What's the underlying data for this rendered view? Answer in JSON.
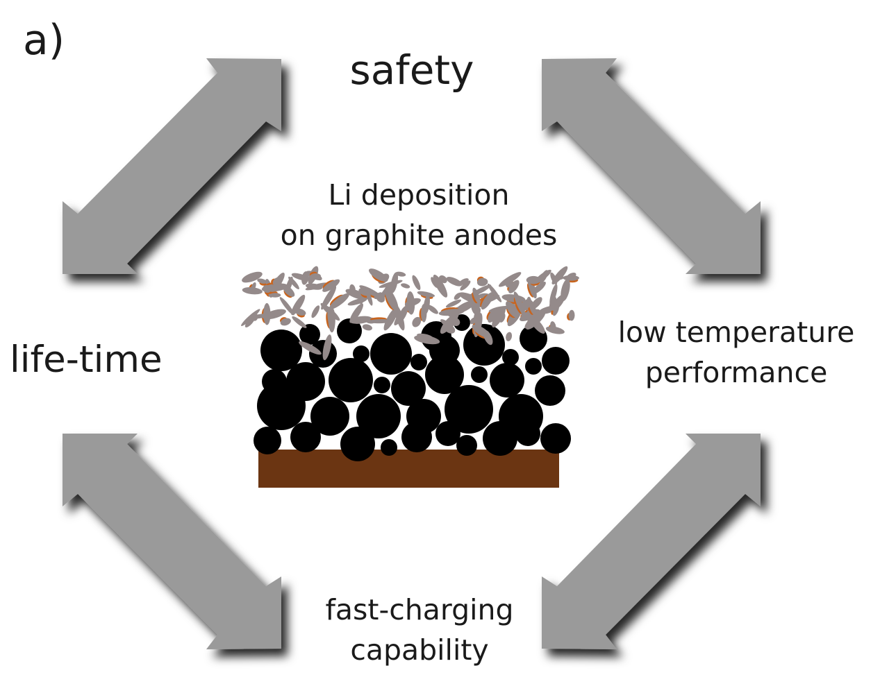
{
  "panel_label": "a)",
  "center_title": {
    "line1": "Li deposition",
    "line2": "on graphite anodes"
  },
  "outcomes": {
    "top": "safety",
    "left": "life-time",
    "right": {
      "line1": "low temperature",
      "line2": "performance"
    },
    "bottom": {
      "line1": "fast-charging",
      "line2": "capability"
    }
  },
  "colors": {
    "arrow": "#9a9a9a",
    "current_collector": "#6b3512",
    "graphite": "#000000",
    "lithium": "#948a8a",
    "sei": "#c8641e"
  }
}
